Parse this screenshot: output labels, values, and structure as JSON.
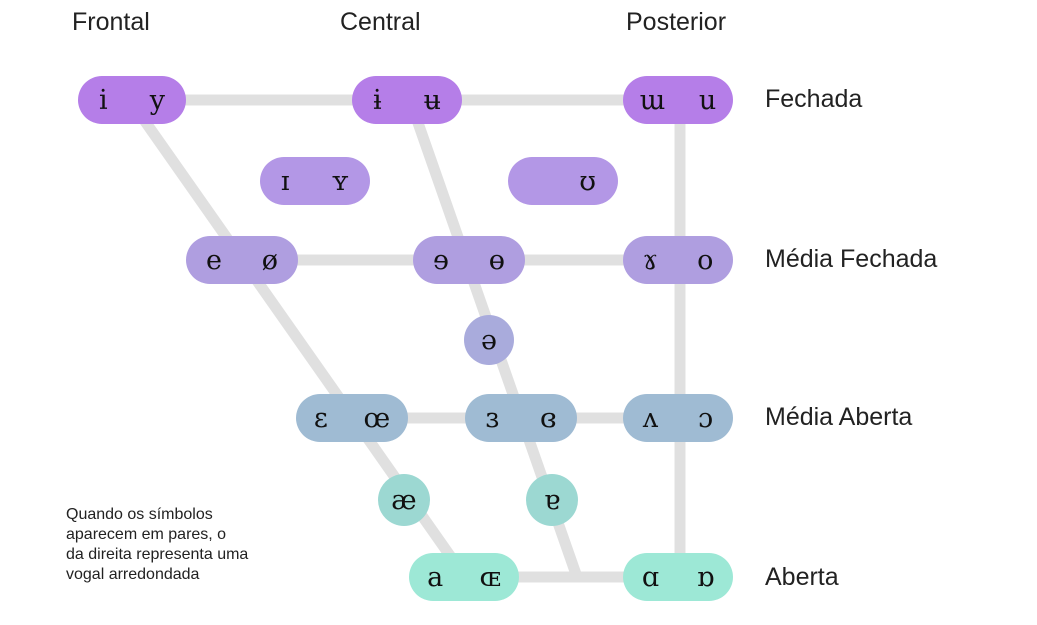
{
  "columns": {
    "front": "Frontal",
    "central": "Central",
    "back": "Posterior"
  },
  "rows": {
    "close": "Fechada",
    "close_mid": "Média Fechada",
    "open_mid": "Média Aberta",
    "open": "Aberta"
  },
  "vowels": {
    "close_front": {
      "unrounded": "i",
      "rounded": "y"
    },
    "close_central": {
      "unrounded": "ɨ",
      "rounded": "ʉ"
    },
    "close_back": {
      "unrounded": "ɯ",
      "rounded": "u"
    },
    "near_close_front": {
      "unrounded": "ɪ",
      "rounded": "ʏ"
    },
    "near_close_back": {
      "rounded": "ʊ"
    },
    "close_mid_front": {
      "unrounded": "e",
      "rounded": "ø"
    },
    "close_mid_central": {
      "unrounded": "ɘ",
      "rounded": "ɵ"
    },
    "close_mid_back": {
      "unrounded": "ɤ",
      "rounded": "o"
    },
    "mid_central": {
      "single": "ə"
    },
    "open_mid_front": {
      "unrounded": "ɛ",
      "rounded": "œ"
    },
    "open_mid_central": {
      "unrounded": "ɜ",
      "rounded": "ɞ"
    },
    "open_mid_back": {
      "unrounded": "ʌ",
      "rounded": "ɔ"
    },
    "near_open_front": {
      "single": "æ"
    },
    "near_open_central": {
      "single": "ɐ"
    },
    "open_front": {
      "unrounded": "a",
      "rounded": "ɶ"
    },
    "open_back": {
      "unrounded": "ɑ",
      "rounded": "ɒ"
    }
  },
  "note": {
    "line1": "Quando os símbolos",
    "line2": "aparecem em pares, o",
    "line3": "da direita representa uma",
    "line4": "vogal arredondada"
  },
  "colors": {
    "close": "#b57ee8",
    "near_close": "#b397e6",
    "close_mid": "#af9ee0",
    "mid": "#a9abdc",
    "open_mid": "#9fbbd3",
    "near_open": "#9cd8d2",
    "open": "#9de8d6",
    "line": "#e0e0e0"
  }
}
